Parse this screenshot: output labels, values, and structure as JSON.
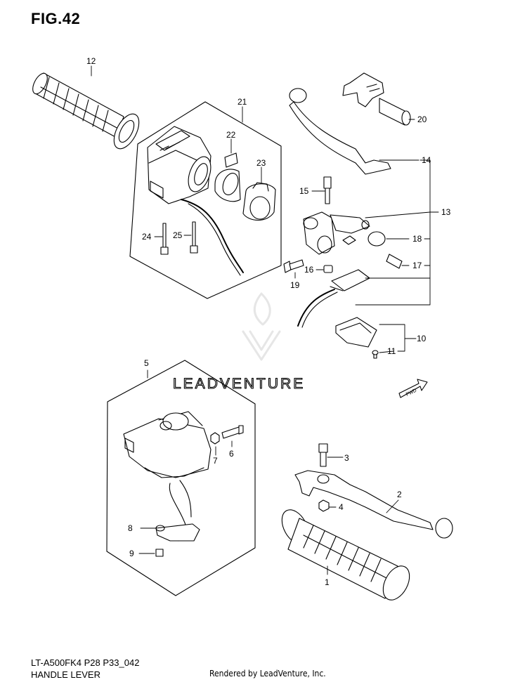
{
  "figure": {
    "title": "FIG.42",
    "model": "LT-A500FK4 P28 P33_042",
    "caption": "HANDLE LEVER",
    "rendered_by": "Rendered by LeadVenture, Inc.",
    "watermark": "LEADVENTURE",
    "direction_tag": "FWD"
  },
  "callouts": [
    "1",
    "2",
    "3",
    "4",
    "5",
    "6",
    "7",
    "8",
    "9",
    "10",
    "11",
    "12",
    "13",
    "14",
    "15",
    "16",
    "17",
    "18",
    "19",
    "20",
    "21",
    "22",
    "23",
    "24",
    "25"
  ],
  "colors": {
    "line": "#000000",
    "watermark": "#e3e3e3",
    "background": "#ffffff"
  }
}
